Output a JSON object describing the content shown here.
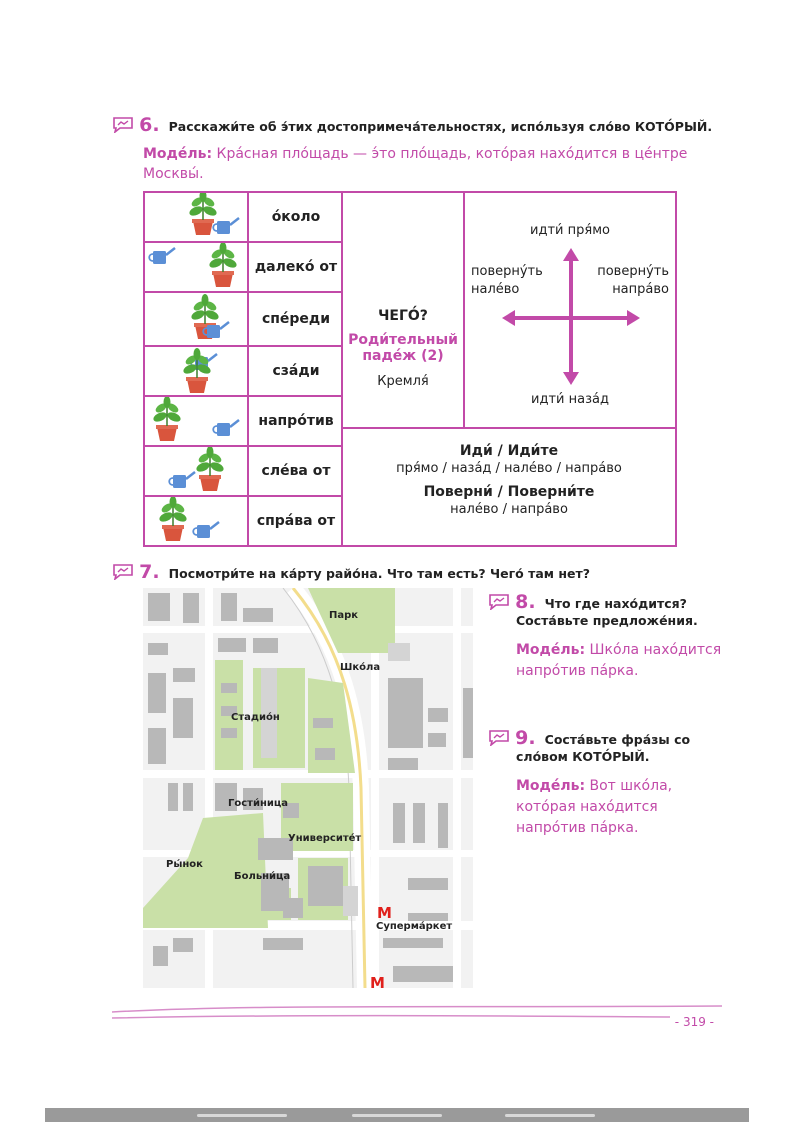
{
  "task6": {
    "number": "6.",
    "instruction": "Расскажи́те об э́тих достопримеча́тельностях, испо́льзуя сло́во КОТО́РЫЙ.",
    "model_label": "Моде́ль:",
    "model_text": "Кра́сная пло́щадь — э́то пло́щадь, кото́рая нахо́дится в це́нтре",
    "model_text2": "Москвы́."
  },
  "prepositions": [
    "о́коло",
    "далеко́ от",
    "спе́реди",
    "сза́ди",
    "напро́тив",
    "сле́ва от",
    "спра́ва от"
  ],
  "case_box": {
    "question": "ЧЕГО́?",
    "case_name_line1": "Роди́тельный",
    "case_name_line2": "паде́ж (2)",
    "example": "Кремля́"
  },
  "directions": {
    "up": "идти́ пря́мо",
    "left_line1": "поверну́ть",
    "left_line2": "нале́во",
    "right_line1": "поверну́ть",
    "right_line2": "напра́во",
    "down": "идти́ наза́д"
  },
  "imperatives": {
    "go_title": "Иди́ / Иди́те",
    "go_options": "пря́мо / наза́д / нале́во / напра́во",
    "turn_title": "Поверни́ / Поверни́те",
    "turn_options": "нале́во / напра́во"
  },
  "task7": {
    "number": "7.",
    "instruction": "Посмотри́те на ка́рту райо́на. Что там есть? Чего́ там нет?"
  },
  "map_labels": {
    "park": "Парк",
    "school": "Шко́ла",
    "stadium": "Стадио́н",
    "hotel": "Гости́ница",
    "university": "Университе́т",
    "market": "Ры́нок",
    "hospital": "Больни́ца",
    "supermarket": "Суперма́ркет",
    "metro1": "М",
    "metro2": "М"
  },
  "task8": {
    "number": "8.",
    "line1": "Что где нахо́дится?",
    "line2": "Соста́вьте предложе́ния.",
    "model_label": "Моде́ль:",
    "model_line1": "Шко́ла нахо́дится",
    "model_line2": "напро́тив па́рка."
  },
  "task9": {
    "number": "9.",
    "line1": "Соста́вьте фра́зы со",
    "line2": "сло́вом КОТО́РЫЙ.",
    "model_label": "Моде́ль:",
    "model_line1": "Вот шко́ла,",
    "model_line2": "кото́рая нахо́дится",
    "model_line3": "напро́тив па́рка."
  },
  "page_number": "- 319 -",
  "colors": {
    "accent": "#c24aa8",
    "plant_green": "#4fa83a",
    "can_blue": "#5b8fd6",
    "pot": "#d9553d"
  }
}
